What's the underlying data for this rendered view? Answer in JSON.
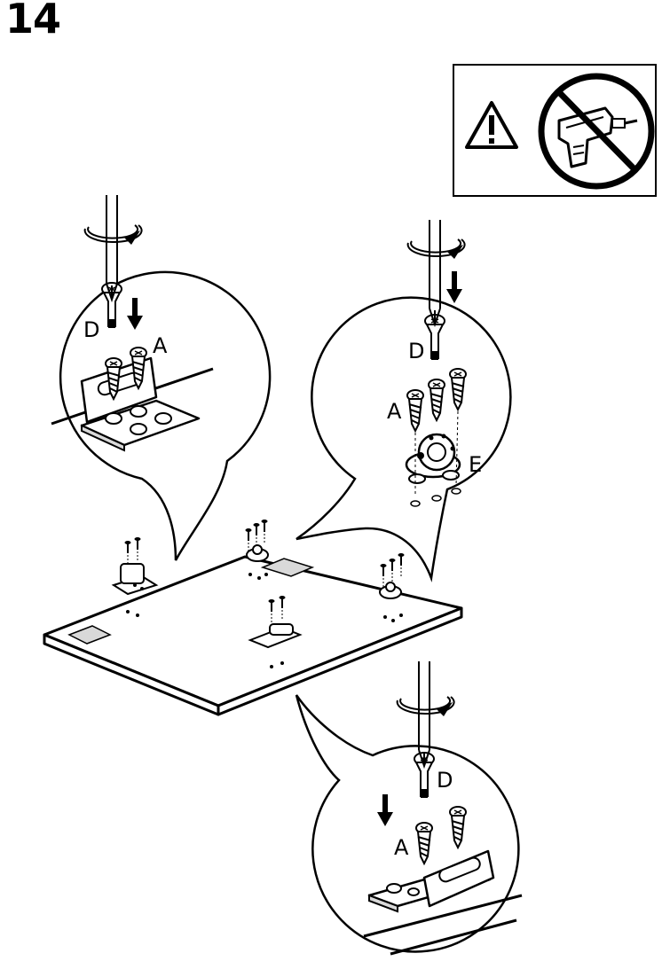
{
  "step": {
    "number": "14"
  },
  "warning": {
    "symbol": "warning-triangle-icon",
    "prohibited": "no-power-drill-icon"
  },
  "parts": {
    "screw_short": "A",
    "screw_long": "D",
    "fitting": "E"
  },
  "colors": {
    "ink": "#000000",
    "paper": "#ffffff",
    "shade": "#d9d9d9"
  }
}
